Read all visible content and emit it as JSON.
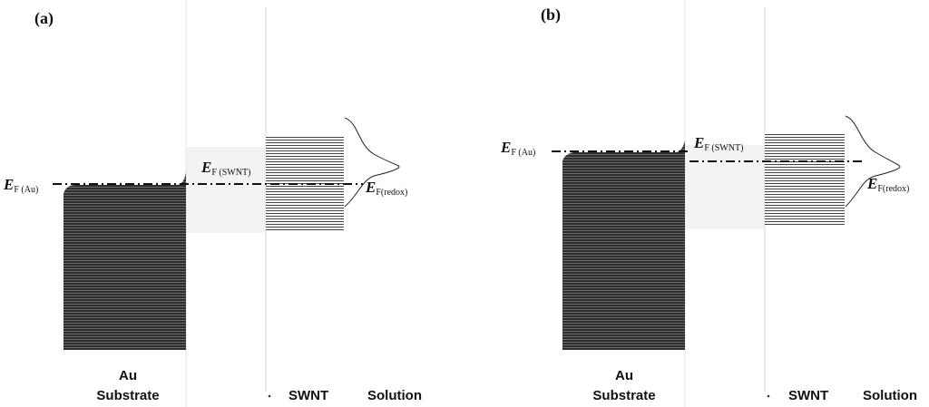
{
  "panels": [
    {
      "label": "(a)",
      "ef_au": {
        "main": "E",
        "sub": "F (Au)"
      },
      "ef_swnt": {
        "main": "E",
        "sub": "F (SWNT)"
      },
      "ef_redox": {
        "main": "E",
        "sub": "F(redox)"
      },
      "au_label": "Au",
      "substrate_label": "Substrate",
      "swnt_label": "SWNT",
      "solution_label": "Solution"
    },
    {
      "label": "(b)",
      "ef_au": {
        "main": "E",
        "sub": "F (Au)"
      },
      "ef_swnt": {
        "main": "E",
        "sub": "F (SWNT)"
      },
      "ef_redox": {
        "main": "E",
        "sub": "F(redox)"
      },
      "au_label": "Au",
      "substrate_label": "Substrate",
      "swnt_label": "SWNT",
      "solution_label": "Solution"
    }
  ],
  "colors": {
    "metal_fill": "#3a3a3a",
    "band_line": "#555555",
    "divider": "#cccccc"
  }
}
